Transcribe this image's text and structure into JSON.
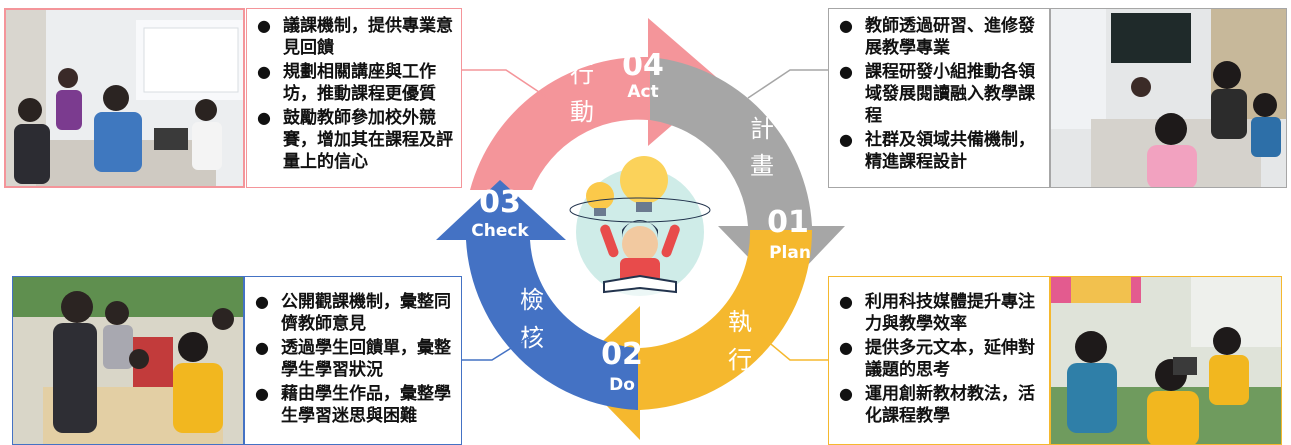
{
  "cycle": {
    "act": {
      "number": "04",
      "label_en": "Act",
      "label_zh_1": "行",
      "label_zh_2": "動",
      "color": "#F4959A"
    },
    "plan": {
      "number": "01",
      "label_en": "Plan",
      "label_zh_1": "計",
      "label_zh_2": "畫",
      "color": "#A6A6A6"
    },
    "do": {
      "number": "02",
      "label_en": "Do",
      "label_zh_1": "執",
      "label_zh_2": "行",
      "color": "#F5B82E"
    },
    "check": {
      "number": "03",
      "label_en": "Check",
      "label_zh_1": "檢",
      "label_zh_2": "核",
      "color": "#4472C4"
    }
  },
  "boxes": {
    "act": {
      "border_color": "#F4959A",
      "items": [
        "議課機制，提供專業意見回饋",
        "規劃相關講座與工作坊，推動課程更優質",
        "鼓勵教師參加校外競賽，增加其在課程及評量上的信心"
      ]
    },
    "plan": {
      "border_color": "#A6A6A6",
      "items": [
        "教師透過研習、進修發展教學專業",
        "課程研發小組推動各領域發展閱讀融入教學課程",
        "社群及領域共備機制，精進課程設計"
      ]
    },
    "check": {
      "border_color": "#4472C4",
      "items": [
        "公開觀課機制，彙整同儕教師意見",
        "透過學生回饋單，彙整學生學習狀況",
        "藉由學生作品，彙整學生學習迷思與困難"
      ]
    },
    "do": {
      "border_color": "#F5B82E",
      "items": [
        "利用科技媒體提升專注力與教學效率",
        "提供多元文本，延伸對議題的思考",
        "運用創新教材教法，活化課程教學"
      ]
    },
    "bullet": "●"
  }
}
